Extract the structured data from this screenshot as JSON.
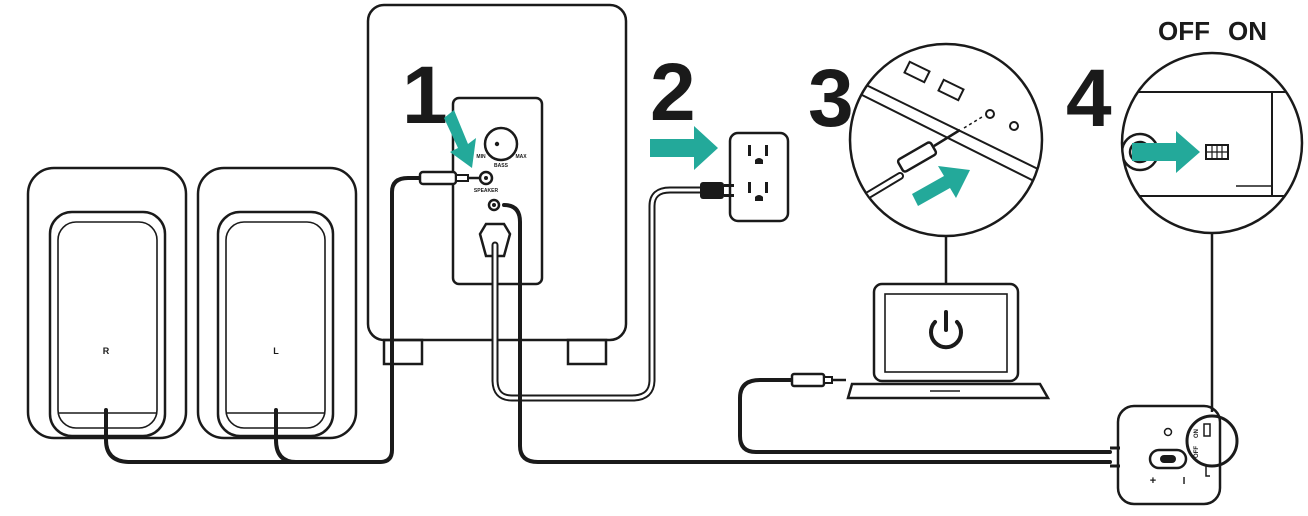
{
  "labels": {
    "step1": "1",
    "step2": "2",
    "step3": "3",
    "step4": "4",
    "off_top": "OFF",
    "on_top": "ON",
    "speaker_r": "R",
    "speaker_l": "L",
    "knob_min": "MIN",
    "knob_max": "MAX",
    "knob_name": "BASS",
    "jack_speaker": "SPEAKER",
    "pod_off": "OFF",
    "pod_on": "ON",
    "pod_plus": "+",
    "pod_minus": "I"
  },
  "colors": {
    "line": "#1a1a1a",
    "arrow": "#23a99a",
    "background": "#ffffff"
  },
  "icons": {
    "laptop_screen": "power-icon",
    "outlet": "power-outlet",
    "arrows": "teal-arrow"
  }
}
